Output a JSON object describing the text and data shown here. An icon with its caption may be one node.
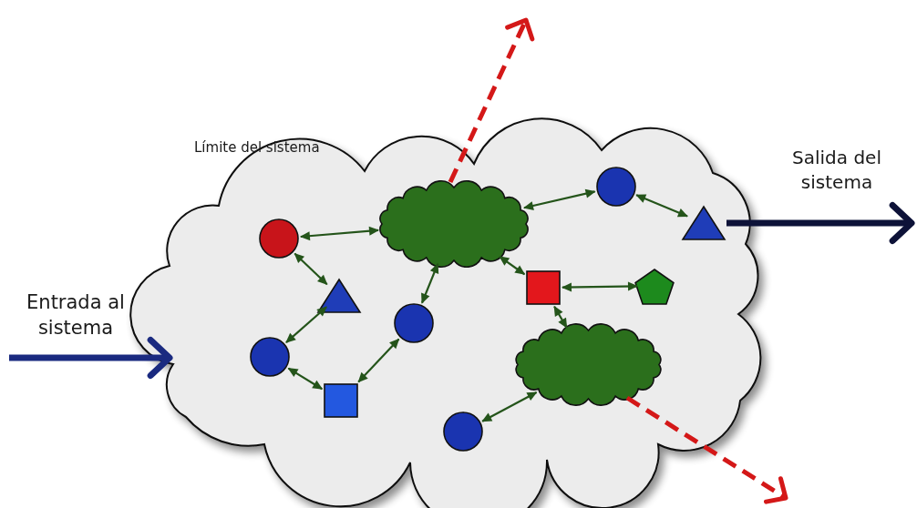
{
  "diagram": {
    "nodes": [
      {
        "text": [
          "Límite del sistema"
        ]
      },
      {
        "text": [],
        "shape": "circle",
        "in": 0
      },
      {
        "text": [],
        "shape": "cloud",
        "in": 0
      },
      {
        "text": [],
        "shape": "circle",
        "in": 0
      },
      {
        "text": [],
        "shape": "triangle",
        "in": 0
      },
      {
        "text": [],
        "shape": "triangle",
        "in": 0
      },
      {
        "text": [],
        "shape": "box",
        "in": 0
      },
      {
        "text": [],
        "shape": "pentagon",
        "in": 0
      },
      {
        "text": [],
        "shape": "circle",
        "in": 0
      },
      {
        "text": [],
        "shape": "circle",
        "in": 0
      },
      {
        "text": [],
        "shape": "box",
        "in": 0
      },
      {
        "text": [],
        "shape": "cloud",
        "in": 0
      },
      {
        "text": [],
        "shape": "circle",
        "in": 0
      }
    ],
    "edges": [
      {
        "from": 1,
        "to": 2,
        "arrow": "both"
      },
      {
        "from": 1,
        "to": 5,
        "arrow": "both"
      },
      {
        "from": 5,
        "to": 9,
        "arrow": "both"
      },
      {
        "from": 9,
        "to": 10,
        "arrow": "both"
      },
      {
        "from": 10,
        "to": 8,
        "arrow": "both"
      },
      {
        "from": 8,
        "to": 2,
        "arrow": "both"
      },
      {
        "from": 2,
        "to": 3,
        "arrow": "both"
      },
      {
        "from": 3,
        "to": 4,
        "arrow": "both"
      },
      {
        "from": 2,
        "to": 6,
        "arrow": "both"
      },
      {
        "from": 6,
        "to": 7,
        "arrow": "both"
      },
      {
        "from": 6,
        "to": 11,
        "arrow": "both"
      },
      {
        "from": 11,
        "to": 12,
        "arrow": "both"
      },
      {
        "from": null,
        "to": 0,
        "arrow": "to",
        "style": "thick",
        "color": "#1a2a80"
      },
      {
        "from": 4,
        "to": null,
        "arrow": "to",
        "style": "thick",
        "color": "#0d1238"
      },
      {
        "from": 2,
        "to": null,
        "arrow": "to",
        "style": "dashed",
        "color": "#d41818"
      },
      {
        "from": 11,
        "to": null,
        "arrow": "to",
        "style": "dashed",
        "color": "#d41818"
      }
    ],
    "labels": [
      "Entrada al sistema",
      "Salida del sistema"
    ]
  }
}
